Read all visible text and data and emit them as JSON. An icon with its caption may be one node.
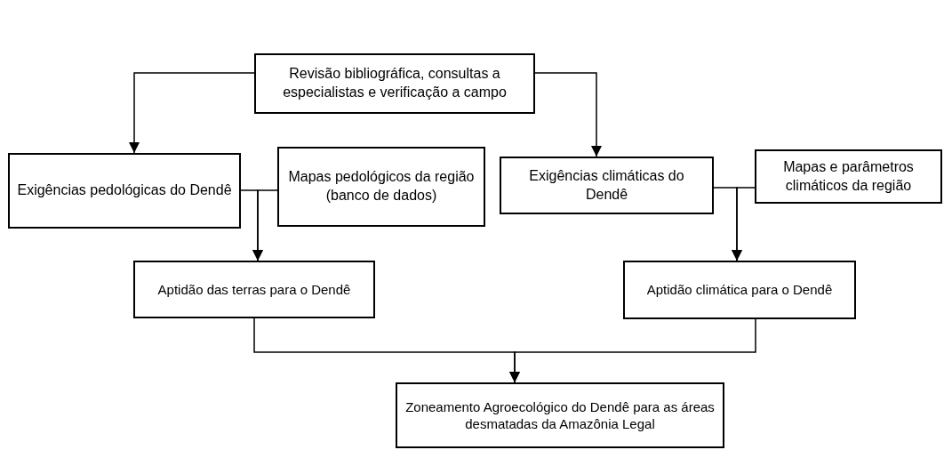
{
  "diagram": {
    "nodes": [
      {
        "text": [
          "Revisão bibliográfica, consultas a especialistas e verificação a campo"
        ]
      },
      {
        "text": [
          "Exigências pedológicas do Dendê"
        ]
      },
      {
        "text": [
          "Mapas pedológicos da região (banco de dados)"
        ]
      },
      {
        "text": [
          "Exigências climáticas do Dendê"
        ]
      },
      {
        "text": [
          "Mapas e parâmetros climáticos da região"
        ]
      },
      {
        "text": [
          "Aptidão das terras para o Dendê"
        ]
      },
      {
        "text": [
          "Aptidão climática para o Dendê"
        ]
      },
      {
        "text": [
          "Zoneamento Agroecológico do Dendê para as áreas desmatadas da Amazônia Legal"
        ]
      }
    ],
    "edges": [
      {
        "from": 0,
        "to": 1,
        "arrow": "to"
      },
      {
        "from": 0,
        "to": 3,
        "arrow": "to"
      },
      {
        "from": 1,
        "to": 5,
        "arrow": "to"
      },
      {
        "from": 2,
        "to": 5,
        "arrow": "to"
      },
      {
        "from": 3,
        "to": 6,
        "arrow": "to"
      },
      {
        "from": 4,
        "to": 6,
        "arrow": "to"
      },
      {
        "from": 5,
        "to": 7,
        "arrow": "to"
      },
      {
        "from": 6,
        "to": 7,
        "arrow": "to"
      }
    ]
  }
}
